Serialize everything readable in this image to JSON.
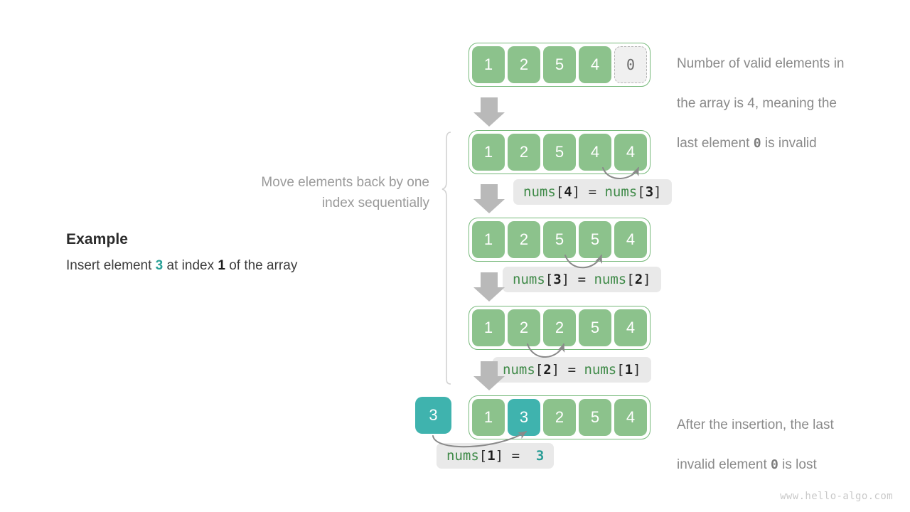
{
  "colors": {
    "cell_green": "#8cc28c",
    "cell_teal": "#3fb3ae",
    "array_border": "#76b97a",
    "invalid_bg": "#f0f0f0",
    "arrow_gray": "#b5b5b5",
    "code_bg": "#e9e9e9",
    "code_fn": "#3f8a48",
    "note_gray": "#8a8a8a",
    "accent_teal": "#2aa198"
  },
  "example": {
    "title": "Example",
    "desc_prefix": "Insert element ",
    "desc_value": "3",
    "desc_middle": " at index ",
    "desc_index": "1",
    "desc_suffix": " of the array"
  },
  "side_note": {
    "move_label": "Move elements back by\none index sequentially"
  },
  "annotations": [
    {
      "id": "top-note",
      "line1": "Number of valid elements in",
      "line2_a": "the array is 4, meaning the",
      "line3_a": "last element ",
      "line3_code": "0",
      "line3_b": " is invalid"
    },
    {
      "id": "bottom-note",
      "line1": "After the insertion, the last",
      "line2_a": "invalid element ",
      "line2_code": "0",
      "line2_b": " is lost"
    }
  ],
  "rows": [
    {
      "id": "row-initial",
      "cells": [
        {
          "value": "1",
          "style": "green"
        },
        {
          "value": "2",
          "style": "green"
        },
        {
          "value": "5",
          "style": "green"
        },
        {
          "value": "4",
          "style": "green"
        },
        {
          "value": "0",
          "style": "invalid"
        }
      ],
      "code": null
    },
    {
      "id": "row-step-1",
      "cells": [
        {
          "value": "1",
          "style": "green"
        },
        {
          "value": "2",
          "style": "green"
        },
        {
          "value": "5",
          "style": "green"
        },
        {
          "value": "4",
          "style": "green"
        },
        {
          "value": "4",
          "style": "green"
        }
      ],
      "code": {
        "lhs_fn": "nums",
        "lhs_open": "[",
        "lhs_idx": "4",
        "lhs_close": "]",
        "eq": "=",
        "rhs_fn": "nums",
        "rhs_open": "[",
        "rhs_idx": "3",
        "rhs_close": "]",
        "rhs_is_teal": false
      }
    },
    {
      "id": "row-step-2",
      "cells": [
        {
          "value": "1",
          "style": "green"
        },
        {
          "value": "2",
          "style": "green"
        },
        {
          "value": "5",
          "style": "green"
        },
        {
          "value": "5",
          "style": "green"
        },
        {
          "value": "4",
          "style": "green"
        }
      ],
      "code": {
        "lhs_fn": "nums",
        "lhs_open": "[",
        "lhs_idx": "3",
        "lhs_close": "]",
        "eq": "=",
        "rhs_fn": "nums",
        "rhs_open": "[",
        "rhs_idx": "2",
        "rhs_close": "]",
        "rhs_is_teal": false
      }
    },
    {
      "id": "row-step-3",
      "cells": [
        {
          "value": "1",
          "style": "green"
        },
        {
          "value": "2",
          "style": "green"
        },
        {
          "value": "2",
          "style": "green"
        },
        {
          "value": "5",
          "style": "green"
        },
        {
          "value": "4",
          "style": "green"
        }
      ],
      "code": {
        "lhs_fn": "nums",
        "lhs_open": "[",
        "lhs_idx": "2",
        "lhs_close": "]",
        "eq": "=",
        "rhs_fn": "nums",
        "rhs_open": "[",
        "rhs_idx": "1",
        "rhs_close": "]",
        "rhs_is_teal": false
      }
    },
    {
      "id": "row-final",
      "cells": [
        {
          "value": "1",
          "style": "green"
        },
        {
          "value": "3",
          "style": "teal"
        },
        {
          "value": "2",
          "style": "green"
        },
        {
          "value": "5",
          "style": "green"
        },
        {
          "value": "4",
          "style": "green"
        }
      ],
      "code": {
        "lhs_fn": "nums",
        "lhs_open": "[",
        "lhs_idx": "1",
        "lhs_close": "]",
        "eq": "=",
        "rhs_fn": "",
        "rhs_open": "",
        "rhs_idx": "3",
        "rhs_close": "",
        "rhs_is_teal": true
      }
    }
  ],
  "insert_box": {
    "value": "3"
  },
  "watermark": "www.hello-algo.com"
}
